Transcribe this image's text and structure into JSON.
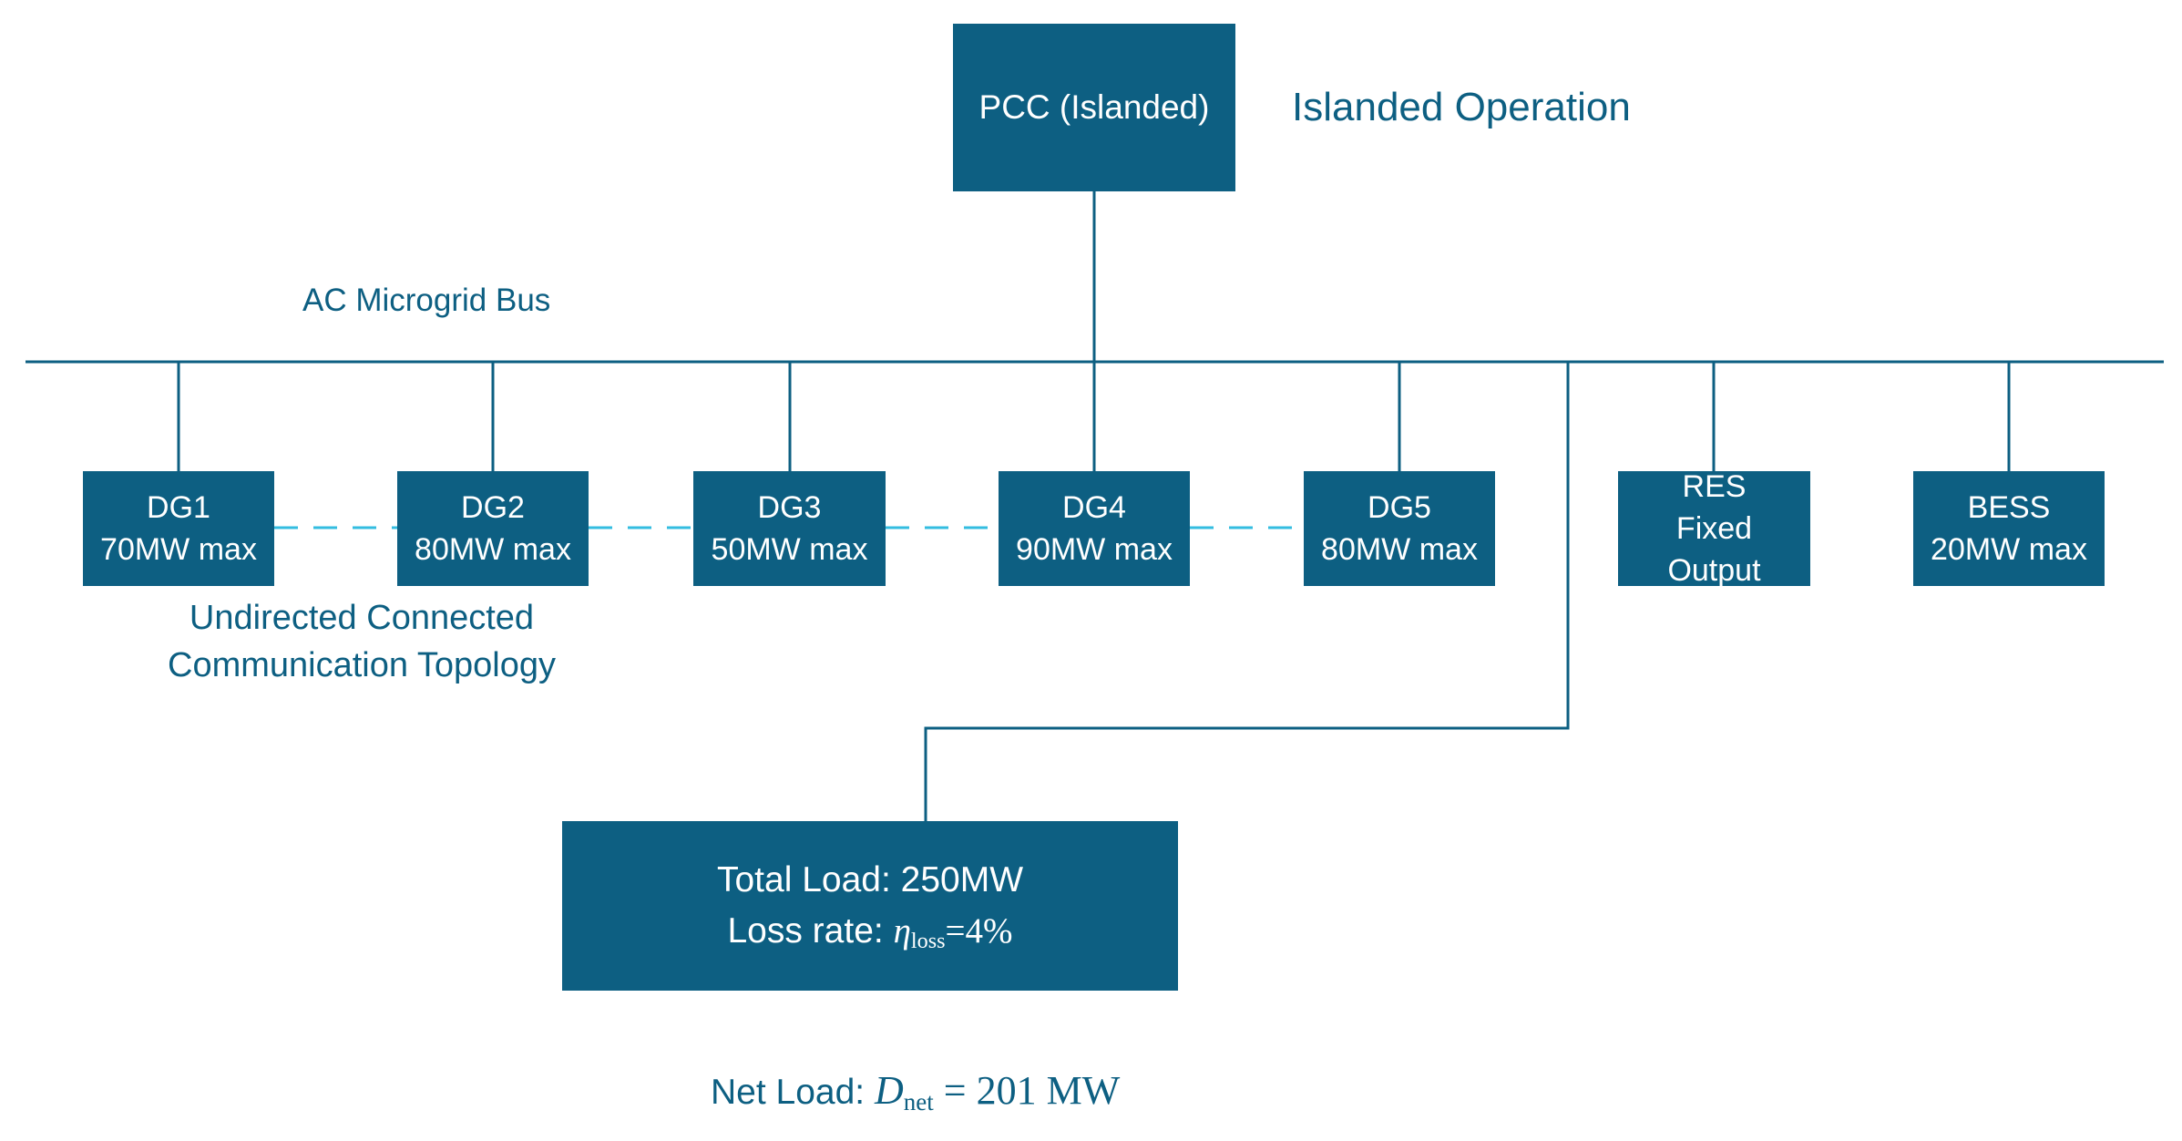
{
  "diagram": {
    "pcc": {
      "label": "PCC (Islanded)"
    },
    "mode_label": "Islanded Operation",
    "bus_label": "AC Microgrid Bus",
    "topology_label": {
      "line1": "Undirected Connected",
      "line2": "Communication Topology"
    },
    "units": [
      {
        "id": "dg1",
        "name": "DG1",
        "rating": "70MW max"
      },
      {
        "id": "dg2",
        "name": "DG2",
        "rating": "80MW max"
      },
      {
        "id": "dg3",
        "name": "DG3",
        "rating": "50MW max"
      },
      {
        "id": "dg4",
        "name": "DG4",
        "rating": "90MW max"
      },
      {
        "id": "dg5",
        "name": "DG5",
        "rating": "80MW max"
      },
      {
        "id": "res",
        "name": "RES",
        "line2": "Fixed",
        "line3": "Output"
      },
      {
        "id": "bess",
        "name": "BESS",
        "rating": "20MW max"
      }
    ],
    "load": {
      "line1": "Total Load: 250MW",
      "loss_prefix": "Loss rate: ",
      "loss_symbol": "η",
      "loss_subscript": "loss",
      "loss_value": "=4%"
    },
    "net_load": {
      "prefix": "Net Load: ",
      "symbol": "D",
      "subscript": "net",
      "value": " = 201 MW"
    },
    "colors": {
      "box": "#0d5f82",
      "line": "#0d5f82",
      "comm_link": "#33bde0",
      "text": "#0d5f82"
    }
  }
}
